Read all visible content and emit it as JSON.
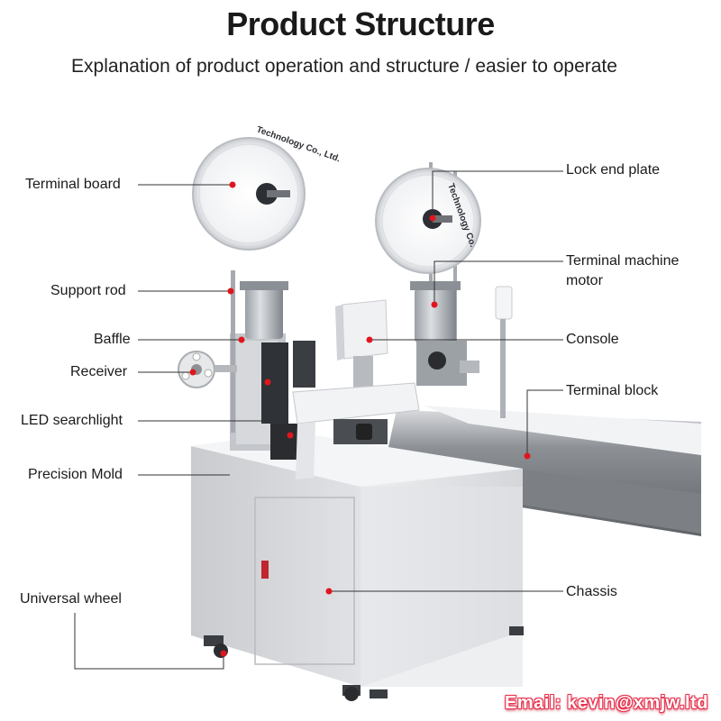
{
  "header": {
    "title": "Product Structure",
    "subtitle": "Explanation of product operation and structure / easier to operate"
  },
  "left_labels": [
    "Terminal board",
    "Support rod",
    "Baffle",
    "Receiver",
    "LED searchlight",
    "Precision Mold",
    "Universal wheel"
  ],
  "right_labels": [
    "Lock end plate",
    "Terminal machine",
    "motor",
    "Console",
    "Terminal block",
    "Chassis"
  ],
  "reel_text": {
    "left": "Technology Co., Ltd.",
    "right": "Technology Co."
  },
  "footer": {
    "email": "Email: kevin@xmjw.ltd"
  },
  "colors": {
    "marker": "#e0161e",
    "machine_body": "#e9eaec",
    "steel": "#9a9ea3",
    "email_outline": "#e8334f"
  }
}
